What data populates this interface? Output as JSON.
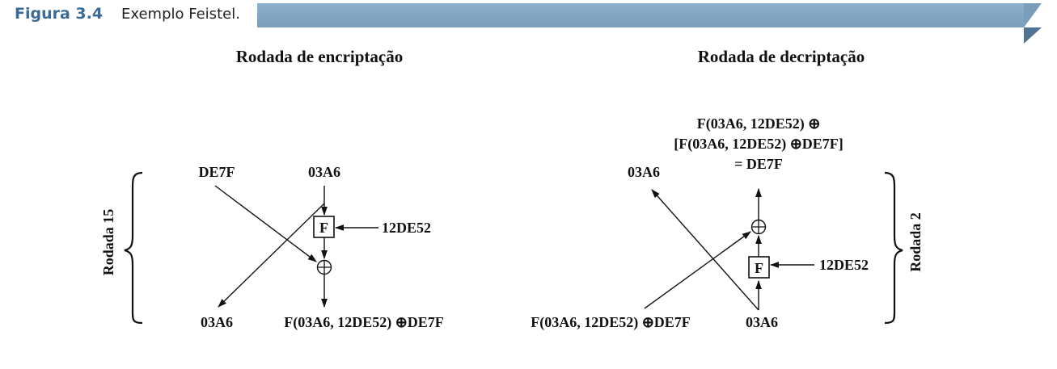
{
  "caption": {
    "label": "Figura 3.4",
    "text": "Exemplo Feistel."
  },
  "encryption": {
    "title": "Rodada de encriptação",
    "round_label": "Rodada 15",
    "left_in": "DE7F",
    "right_in": "03A6",
    "f_label": "F",
    "key": "12DE52",
    "left_out": "03A6",
    "right_out": "F(03A6, 12DE52) ⊕DE7F"
  },
  "decryption": {
    "title": "Rodada de decriptação",
    "round_label": "Rodada 2",
    "left_in": "F(03A6, 12DE52) ⊕DE7F",
    "right_in": "03A6",
    "f_label": "F",
    "key": "12DE52",
    "left_out": "03A6",
    "result_line1": "F(03A6, 12DE52) ⊕",
    "result_line2": "[F(03A6, 12DE52) ⊕DE7F]",
    "result_line3": "= DE7F"
  }
}
